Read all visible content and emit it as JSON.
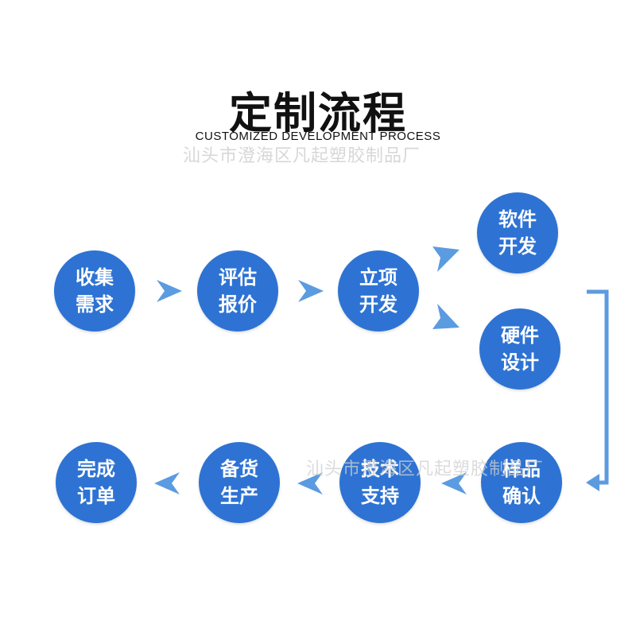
{
  "header": {
    "title": "定制流程",
    "subtitle": "CUSTOMIZED DEVELOPMENT PROCESS"
  },
  "watermark": {
    "text": "汕头市澄海区凡起塑胶制品厂"
  },
  "colors": {
    "node": "#2e73d3",
    "arrow": "#5b9be0",
    "connector": "#5b9be0"
  },
  "steps": [
    {
      "id": "collect",
      "line1": "收集",
      "line2": "需求"
    },
    {
      "id": "quote",
      "line1": "评估",
      "line2": "报价"
    },
    {
      "id": "project",
      "line1": "立项",
      "line2": "开发"
    },
    {
      "id": "software",
      "line1": "软件",
      "line2": "开发"
    },
    {
      "id": "hardware",
      "line1": "硬件",
      "line2": "设计"
    },
    {
      "id": "sample",
      "line1": "样品",
      "line2": "确认"
    },
    {
      "id": "support",
      "line1": "技术",
      "line2": "支持"
    },
    {
      "id": "production",
      "line1": "备货",
      "line2": "生产"
    },
    {
      "id": "complete",
      "line1": "完成",
      "line2": "订单"
    }
  ]
}
